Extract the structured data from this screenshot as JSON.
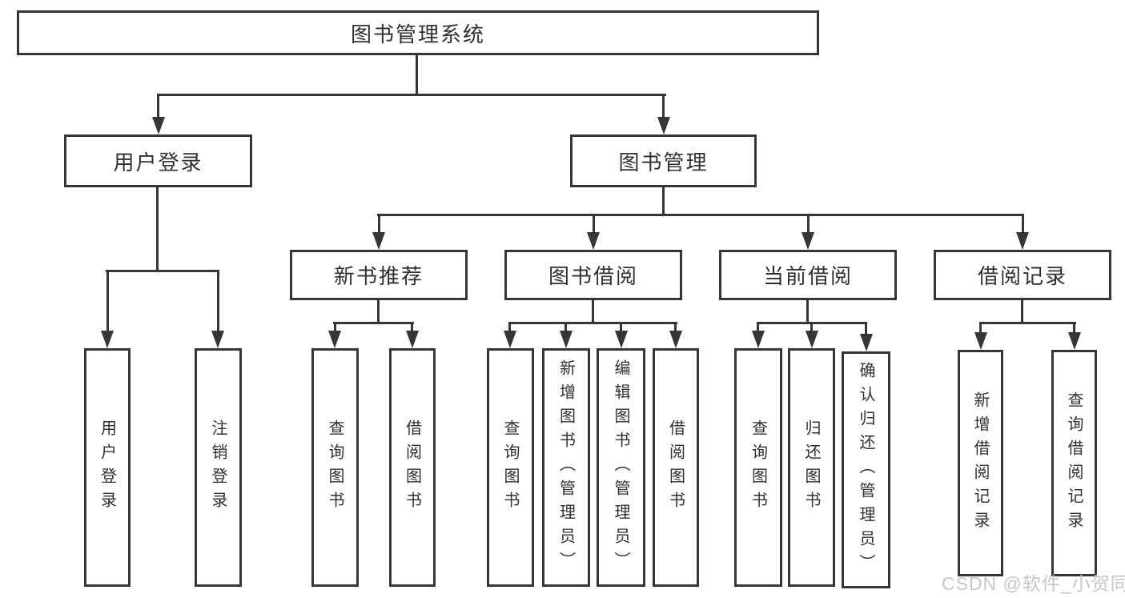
{
  "tree": {
    "root": {
      "label": "图书管理系统"
    },
    "children": [
      {
        "label": "用户登录",
        "children": [
          {
            "label": "用户登录"
          },
          {
            "label": "注销登录"
          }
        ]
      },
      {
        "label": "图书管理",
        "children": [
          {
            "label": "新书推荐",
            "children": [
              {
                "label": "查询图书"
              },
              {
                "label": "借阅图书"
              }
            ]
          },
          {
            "label": "图书借阅",
            "children": [
              {
                "label": "查询图书"
              },
              {
                "label": "新增图书（管理员）"
              },
              {
                "label": "编辑图书（管理员）"
              },
              {
                "label": "借阅图书"
              }
            ]
          },
          {
            "label": "当前借阅",
            "children": [
              {
                "label": "查询图书"
              },
              {
                "label": "归还图书"
              },
              {
                "label": "确认归还（管理员）"
              }
            ]
          },
          {
            "label": "借阅记录",
            "children": [
              {
                "label": "新增借阅记录"
              },
              {
                "label": "查询借阅记录"
              }
            ]
          }
        ]
      }
    ]
  },
  "watermark": {
    "text": "CSDN @软件_小贺同学"
  },
  "colors": {
    "stroke": "#363636",
    "text": "#303030",
    "watermark": "#c3c6cb",
    "background": "#ffffff"
  }
}
